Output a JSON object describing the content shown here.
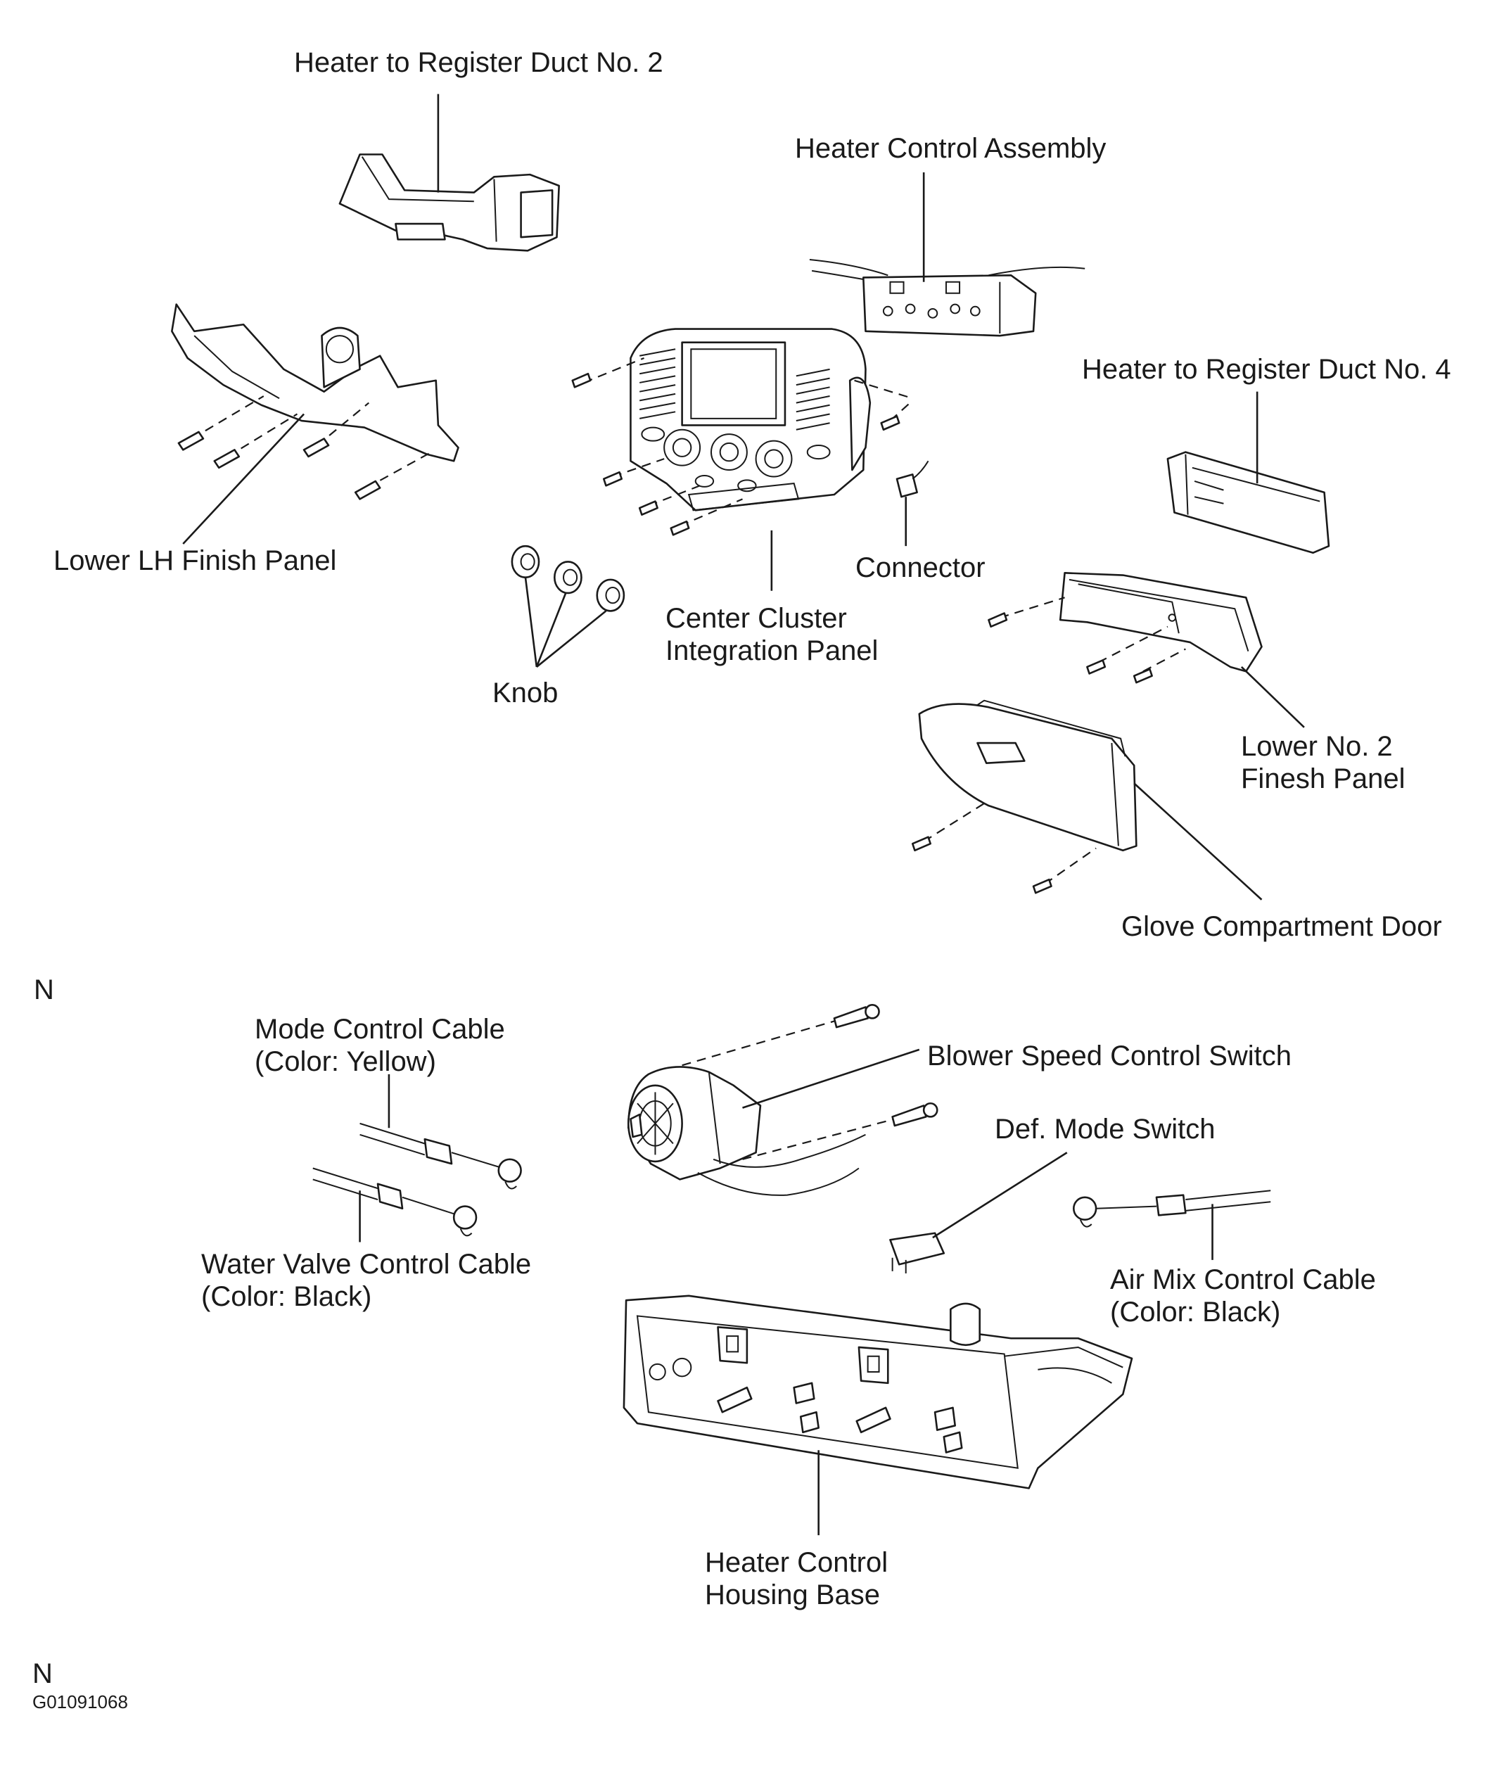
{
  "labels": {
    "duct_no2": "Heater to Register Duct No. 2",
    "heater_control_assembly": "Heater Control Assembly",
    "duct_no4": "Heater to Register Duct No. 4",
    "lower_lh_finish_panel": "Lower LH Finish Panel",
    "connector": "Connector",
    "center_cluster_line1": "Center Cluster",
    "center_cluster_line2": "Integration Panel",
    "knob": "Knob",
    "lower_no2_line1": "Lower No. 2",
    "lower_no2_line2": "Finesh Panel",
    "glove_compartment_door": "Glove Compartment Door",
    "mode_cable_line1": "Mode Control Cable",
    "mode_cable_line2": "(Color: Yellow)",
    "blower_switch": "Blower Speed Control Switch",
    "def_mode_switch": "Def. Mode Switch",
    "water_valve_line1": "Water Valve Control Cable",
    "water_valve_line2": "(Color: Black)",
    "air_mix_line1": "Air Mix Control Cable",
    "air_mix_line2": "(Color: Black)",
    "housing_base_line1": "Heater Control",
    "housing_base_line2": "Housing Base"
  },
  "markers": {
    "n_top": "N",
    "n_bottom": "N",
    "figure_code": "G01091068"
  }
}
